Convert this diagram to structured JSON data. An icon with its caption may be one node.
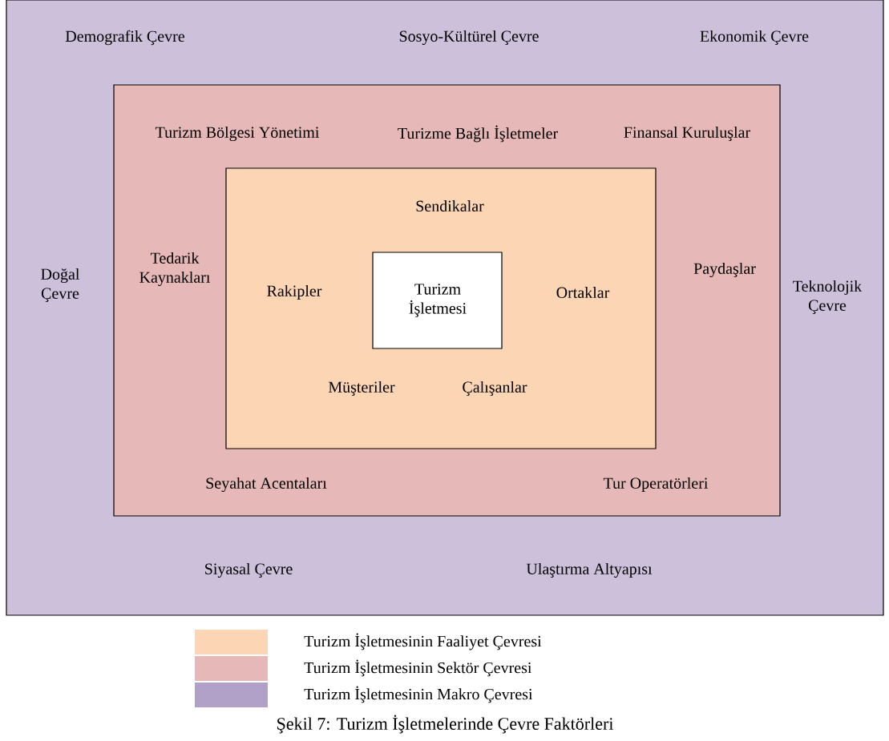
{
  "diagram": {
    "caption": "Şekil 7: Turizm İşletmelerinde Çevre Faktörleri",
    "nodes": [
      {
        "text": [
          "Demografik Çevre",
          "Sosyo-Kültürel Çevre",
          "Ekonomik Çevre",
          "Doğal Çevre",
          "Teknolojik Çevre",
          "Siyasal Çevre",
          "Ulaştırma Altyapısı"
        ]
      },
      {
        "text": [
          "Turizm Bölgesi Yönetimi",
          "Turizme Bağlı İşletmeler",
          "Finansal Kuruluşlar",
          "Tedarik Kaynakları",
          "Paydaşlar",
          "Seyahat Acentaları",
          "Tur Operatörleri"
        ],
        "in": 0
      },
      {
        "text": [
          "Sendikalar",
          "Rakipler",
          "Ortaklar",
          "Müşteriler",
          "Çalışanlar"
        ],
        "in": 1
      },
      {
        "text": [
          "Turizm İşletmesi"
        ],
        "in": 2
      }
    ],
    "legend": [
      {
        "text": "Turizm İşletmesinin Faaliyet Çevresi",
        "color": "#fcd5b5"
      },
      {
        "text": "Turizm İşletmesinin Sektör Çevresi",
        "color": "#e6b9b8"
      },
      {
        "text": "Turizm İşletmesinin Makro Çevresi",
        "color": "#b1a0c7"
      }
    ]
  }
}
